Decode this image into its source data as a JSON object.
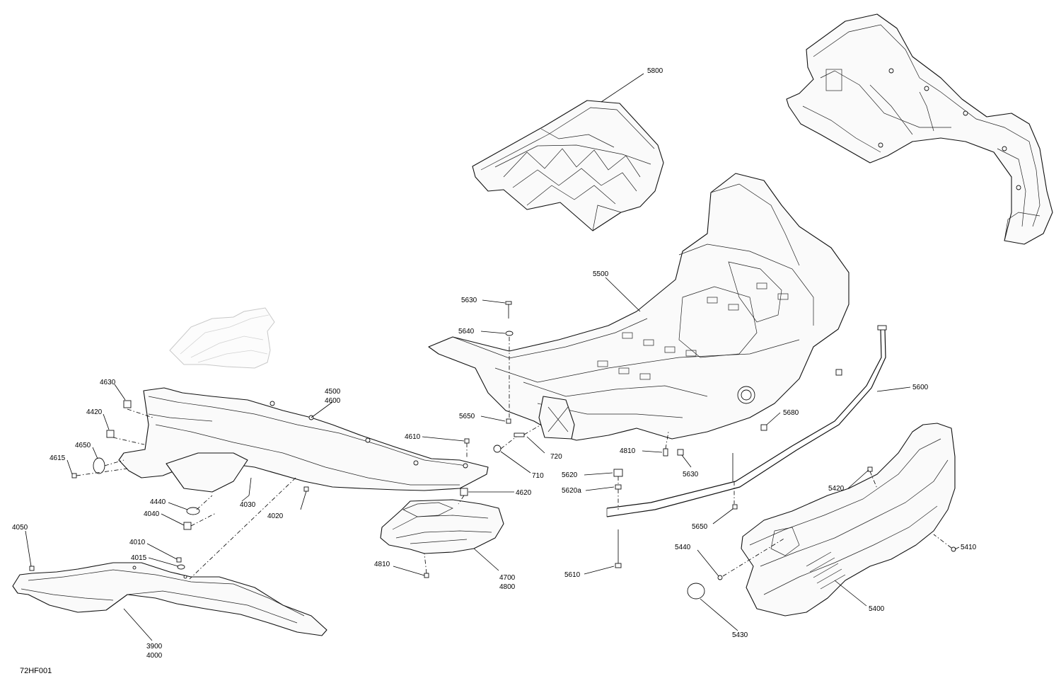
{
  "figure_id": "72HF001",
  "callouts": {
    "c5800": "5800",
    "c5500": "5500",
    "c5630a": "5630",
    "c5640": "5640",
    "c5650a": "5650",
    "c720": "720",
    "c710": "710",
    "c5680": "5680",
    "c4810a": "4810",
    "c5630b": "5630",
    "c5600": "5600",
    "c5620": "5620",
    "c5620a": "5620a",
    "c5650b": "5650",
    "c5610": "5610",
    "c5420": "5420",
    "c5410": "5410",
    "c5440": "5440",
    "c5400": "5400",
    "c5430": "5430",
    "c4630": "4630",
    "c4420": "4420",
    "c4650": "4650",
    "c4615": "4615",
    "c4500": "4500",
    "c4600": "4600",
    "c4610": "4610",
    "c4620": "4620",
    "c4030": "4030",
    "c4020": "4020",
    "c4440": "4440",
    "c4040": "4040",
    "c4050": "4050",
    "c4010": "4010",
    "c4015": "4015",
    "c4810b": "4810",
    "c4700": "4700",
    "c4800": "4800",
    "c3900": "3900",
    "c4000": "4000"
  }
}
